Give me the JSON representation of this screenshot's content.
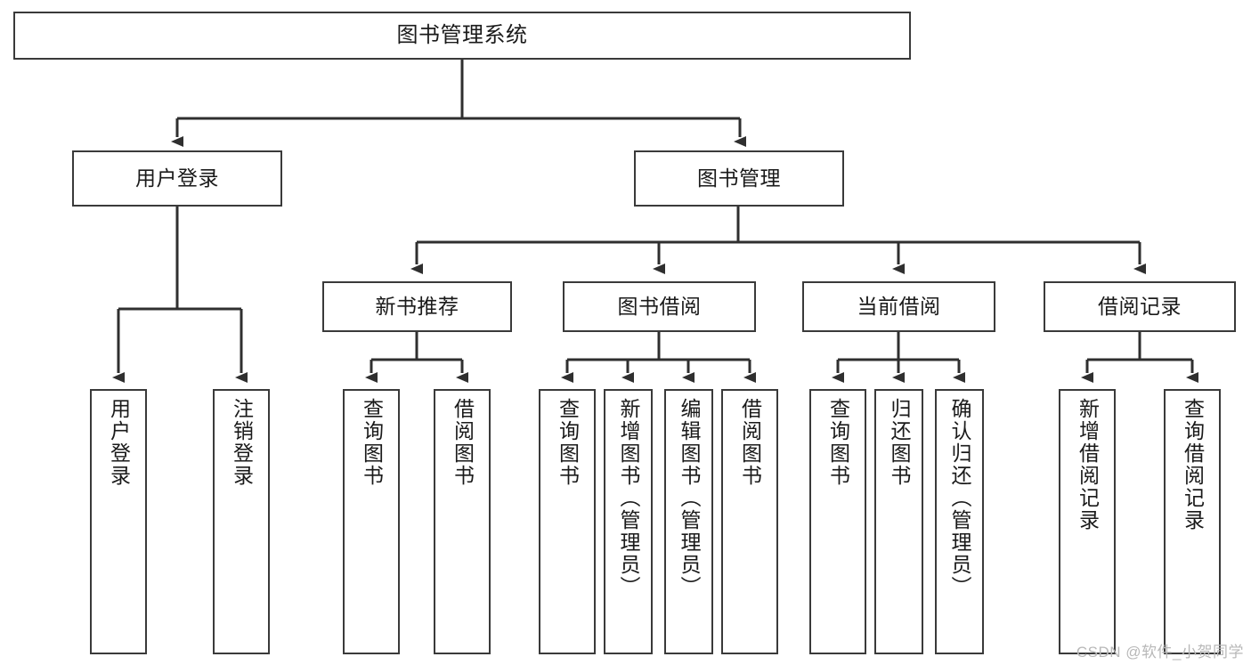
{
  "diagram": {
    "type": "tree",
    "title": "图书管理系统",
    "watermark": "CSDN @软件_小贺同学",
    "colors": {
      "box_border": "#3a3a3a",
      "box_fill": "#ffffff",
      "connector": "#2f2f2f",
      "text": "#1a1a1a",
      "watermark": "#b8b8b8",
      "background": "#ffffff"
    },
    "levels": {
      "level1": [
        {
          "id": "root",
          "label": "图书管理系统"
        }
      ],
      "level2": [
        {
          "id": "user-login",
          "label": "用户登录",
          "parent": "root"
        },
        {
          "id": "book-mgmt",
          "label": "图书管理",
          "parent": "root"
        }
      ],
      "level3": [
        {
          "id": "new-book-rec",
          "label": "新书推荐",
          "parent": "book-mgmt"
        },
        {
          "id": "book-borrow",
          "label": "图书借阅",
          "parent": "book-mgmt"
        },
        {
          "id": "current-borrow",
          "label": "当前借阅",
          "parent": "book-mgmt"
        },
        {
          "id": "borrow-record",
          "label": "借阅记录",
          "parent": "book-mgmt"
        }
      ],
      "level4": [
        {
          "id": "leaf-user-login",
          "label": "用户登录",
          "parent": "user-login"
        },
        {
          "id": "leaf-user-logout",
          "label": "注销登录",
          "parent": "user-login"
        },
        {
          "id": "leaf-query-book-1",
          "label": "查询图书",
          "parent": "new-book-rec"
        },
        {
          "id": "leaf-borrow-book-1",
          "label": "借阅图书",
          "parent": "new-book-rec"
        },
        {
          "id": "leaf-query-book-2",
          "label": "查询图书",
          "parent": "book-borrow"
        },
        {
          "id": "leaf-add-book",
          "label": "新增图书（管理员）",
          "parent": "book-borrow"
        },
        {
          "id": "leaf-edit-book",
          "label": "编辑图书（管理员）",
          "parent": "book-borrow"
        },
        {
          "id": "leaf-borrow-book-2",
          "label": "借阅图书",
          "parent": "book-borrow"
        },
        {
          "id": "leaf-query-book-3",
          "label": "查询图书",
          "parent": "current-borrow"
        },
        {
          "id": "leaf-return-book",
          "label": "归还图书",
          "parent": "current-borrow"
        },
        {
          "id": "leaf-confirm-return",
          "label": "确认归还（管理员）",
          "parent": "current-borrow"
        },
        {
          "id": "leaf-add-record",
          "label": "新增借阅记录",
          "parent": "borrow-record"
        },
        {
          "id": "leaf-query-record",
          "label": "查询借阅记录",
          "parent": "borrow-record"
        }
      ]
    }
  }
}
